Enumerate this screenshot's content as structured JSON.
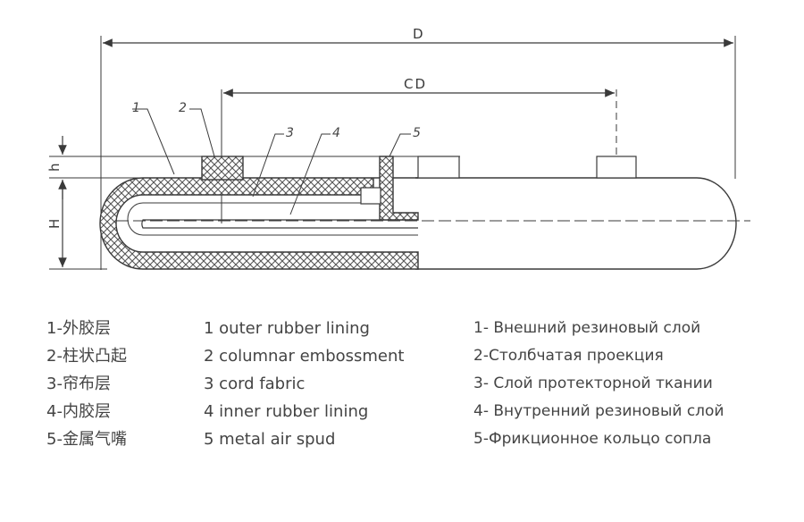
{
  "dimensions": {
    "D": "D",
    "CD": "CD",
    "h": "h",
    "H": "H"
  },
  "callouts": [
    "1",
    "2",
    "3",
    "4",
    "5"
  ],
  "legend": {
    "chinese": [
      "1-外胶层",
      "2-柱状凸起",
      "3-帘布层",
      "4-内胶层",
      "5-金属气嘴"
    ],
    "english": [
      "1 outer rubber lining",
      "2 columnar embossment",
      "3 cord fabric",
      "4 inner rubber lining",
      "5 metal air spud"
    ],
    "russian": [
      "1- Внешний резиновый слой",
      "2-Столбчатая проекция",
      "3- Слой протекторной ткании",
      "4- Внутренний резиновый слой",
      "5-Фрикционное кольцо сопла"
    ]
  },
  "colors": {
    "line": "#3a3a3a",
    "hatch": "#555555"
  }
}
